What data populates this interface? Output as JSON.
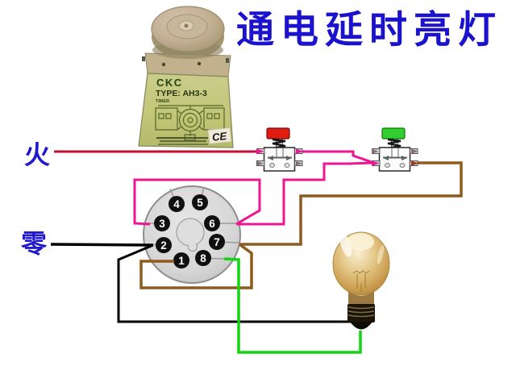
{
  "title": {
    "text": "通电延时亮灯"
  },
  "side_labels": {
    "live": "火",
    "neutral": "零"
  },
  "relay_unit": {
    "brand": "CKC",
    "model": "TYPE: AH3-3",
    "timer": "TIMER",
    "ce": "CE"
  },
  "socket": {
    "pins": [
      "1",
      "2",
      "3",
      "4",
      "5",
      "6",
      "7",
      "8"
    ]
  },
  "colors": {
    "title_blue": "#1b12cd",
    "label_blue": "#2219cf",
    "wire_live_red": "#c31031",
    "wire_pink": "#ee1492",
    "wire_neutral_black": "#000000",
    "wire_brown": "#8e5b1e",
    "wire_green": "#12d412",
    "red_button_cap": "#df1d10",
    "green_button_cap": "#31cd31"
  }
}
